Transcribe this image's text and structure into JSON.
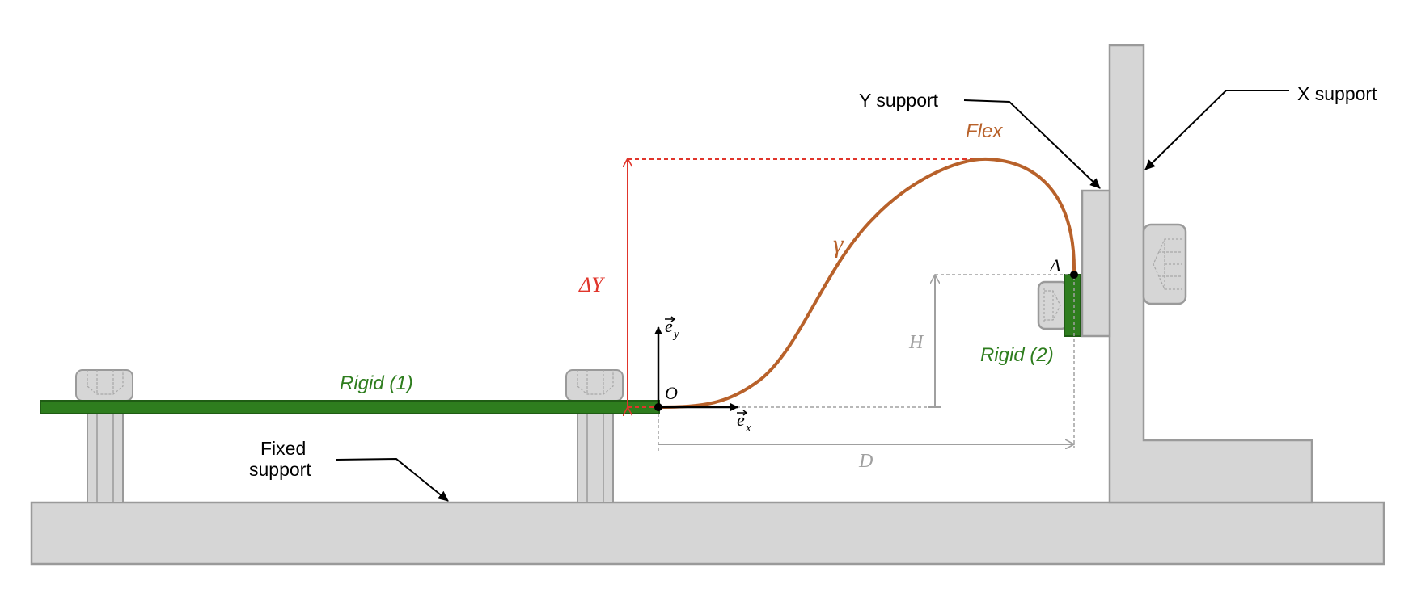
{
  "labels": {
    "y_support": "Y support",
    "x_support": "X support",
    "flex": "Flex",
    "gamma": "γ",
    "delta_y": "ΔY",
    "point_a": "A",
    "h": "H",
    "rigid2": "Rigid (2)",
    "rigid1": "Rigid (1)",
    "origin": "O",
    "ey": "e",
    "ey_sub": "y",
    "ex": "e",
    "ex_sub": "x",
    "d": "D",
    "fixed_support_line1": "Fixed",
    "fixed_support_line2": "support"
  },
  "colors": {
    "support_fill": "#d6d6d6",
    "support_stroke": "#9a9a9a",
    "rigid": "#2e7d1e",
    "flex": "#b8612a",
    "red": "#e0352b",
    "dim_gray": "#a0a0a0"
  }
}
